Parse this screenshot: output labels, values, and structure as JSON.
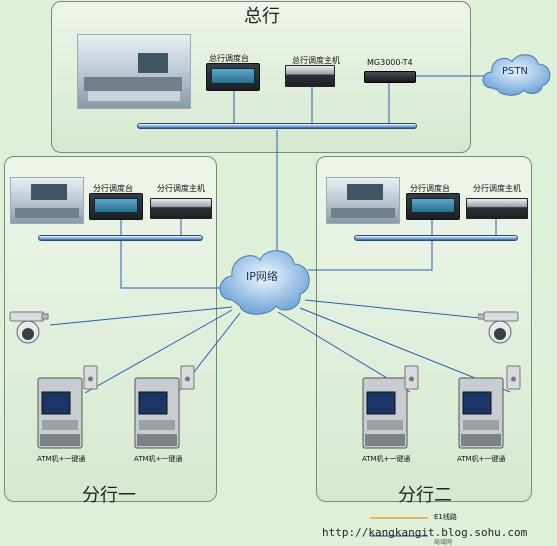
{
  "hq": {
    "title": "总行",
    "console_label": "总行调度台",
    "host_label": "总行调度主机",
    "gateway_label": "MG3000-T4",
    "pstn_label": "PSTN"
  },
  "network": {
    "ip_label": "IP网络"
  },
  "branch1": {
    "title": "分行一",
    "console_label": "分行调度台",
    "host_label": "分行调度主机",
    "atm_label_1": "ATM机+一键通",
    "atm_label_2": "ATM机+一键通"
  },
  "branch2": {
    "title": "分行二",
    "console_label": "分行调度台",
    "host_label": "分行调度主机",
    "atm_label_1": "ATM机+一键通",
    "atm_label_2": "ATM机+一键通"
  },
  "legend": {
    "e1_label": "E1线路",
    "second_label": "局域网"
  },
  "watermark": "http://kangkangit.blog.sohu.com",
  "colors": {
    "link": "#2b5fa8",
    "e1": "#e8a33a",
    "lan": "#8a6aa8"
  }
}
